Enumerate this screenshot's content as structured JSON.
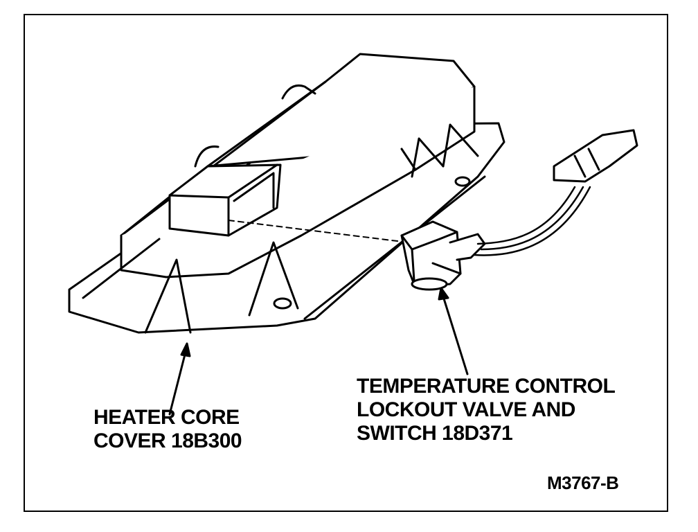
{
  "diagram": {
    "heater_core_label": {
      "line1": "HEATER CORE",
      "line2": "COVER 18B300"
    },
    "valve_label": {
      "line1": "TEMPERATURE CONTROL",
      "line2": "LOCKOUT VALVE AND",
      "line3": "SWITCH 18D371"
    },
    "figure_id": "M3767-B"
  }
}
